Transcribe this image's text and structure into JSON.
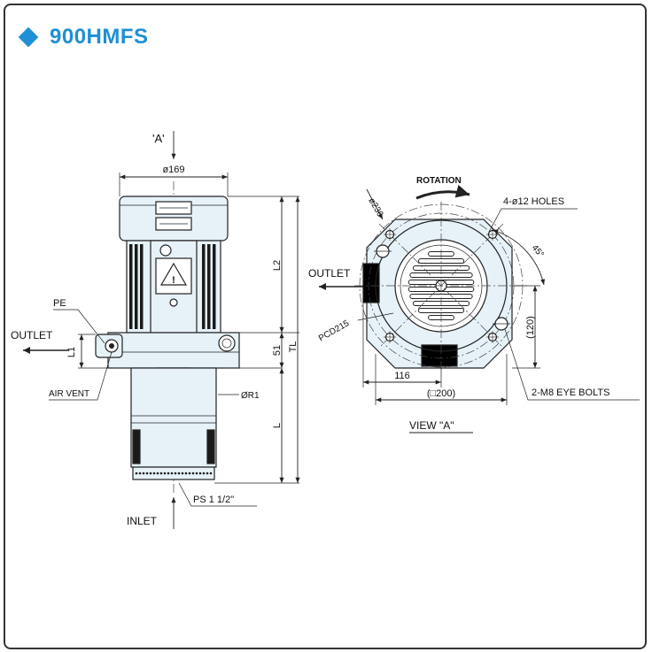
{
  "header": {
    "model": "900HMFS"
  },
  "colors": {
    "accent": "#1f8fd6",
    "body_fill": "#e6f2f8",
    "body_dark": "#1a1a1a",
    "line": "#222222"
  },
  "labels": {
    "view_marker": "'A'",
    "dia_169": "ø169",
    "l2": "L2",
    "dim_51": "51",
    "tl": "TL",
    "l": "L",
    "l1": "L1",
    "pe": "PE",
    "outlet_left": "OUTLET",
    "air_vent": "AIR VENT",
    "r_thread": "ØR1",
    "ps_thread": "PS 1 1/2\"",
    "inlet": "INLET",
    "rotation": "ROTATION",
    "dia_236": "ø236",
    "holes": "4-ø12 HOLES",
    "angle_45": "45°",
    "outlet_right": "OUTLET",
    "pcd": "PCD215",
    "dim_120": "(120)",
    "dim_116": "116",
    "dim_200": "(□200)",
    "eye_bolts": "2-M8 EYE BOLTS",
    "view_title": "VIEW \"A\""
  }
}
